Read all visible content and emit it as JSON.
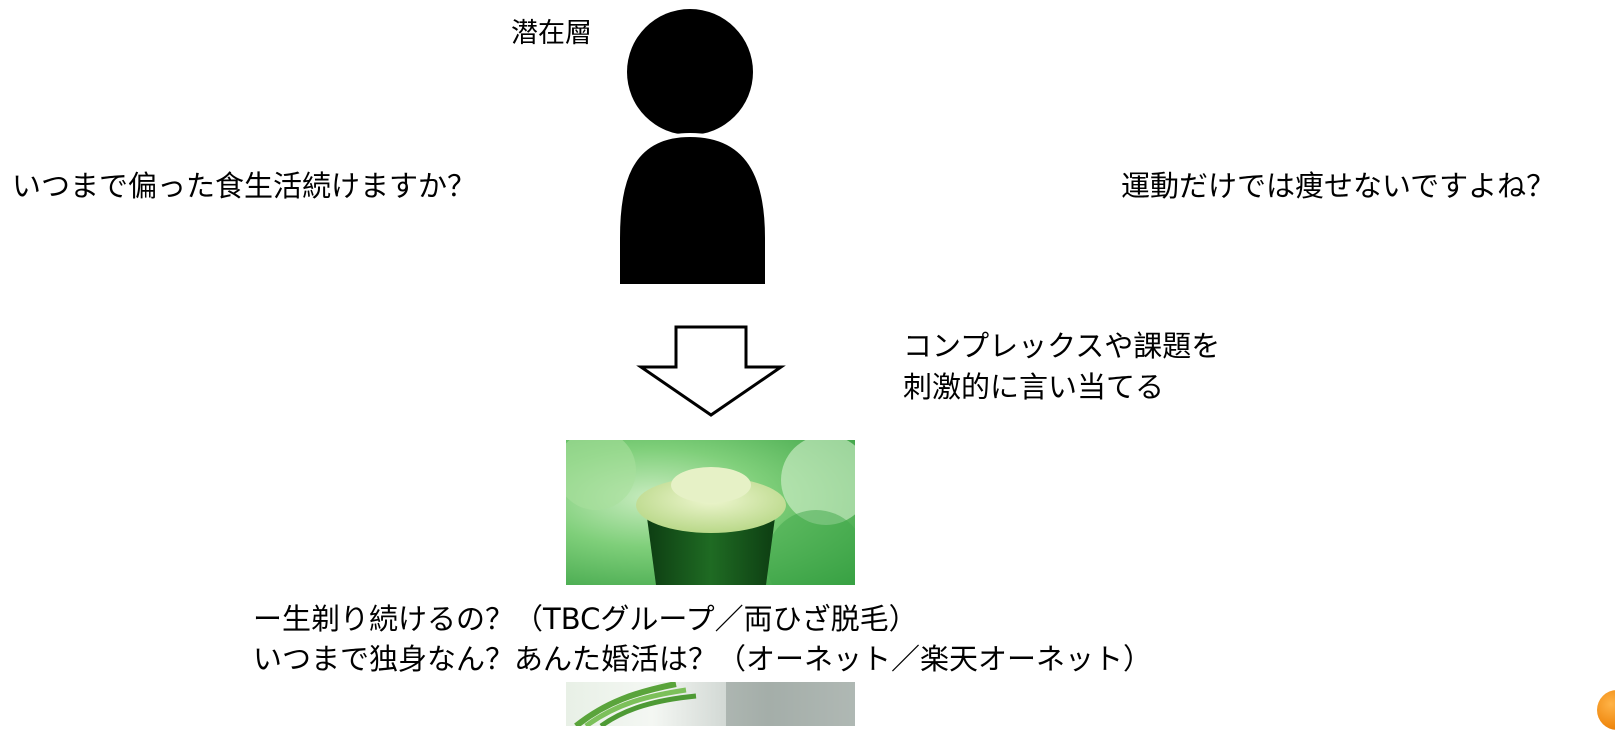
{
  "labels": {
    "segment": "潜在層",
    "question_left": "いつまで偏った食生活続けますか？",
    "question_right": "運動だけでは痩せないですよね？",
    "note_lines": [
      "コンプレックスや課題を",
      "刺激的に言い当てる"
    ],
    "example_lines": [
      "ー生剃り続けるの？（TBCグループ／両ひざ脱毛）",
      "いつまで独身なん？あんた婚活は？（オーネット／楽天オーネット）"
    ]
  },
  "icons": {
    "person": "person-icon",
    "arrow": "down-arrow-icon"
  },
  "colors": {
    "ink": "#000000",
    "badge": "#f08a12"
  }
}
